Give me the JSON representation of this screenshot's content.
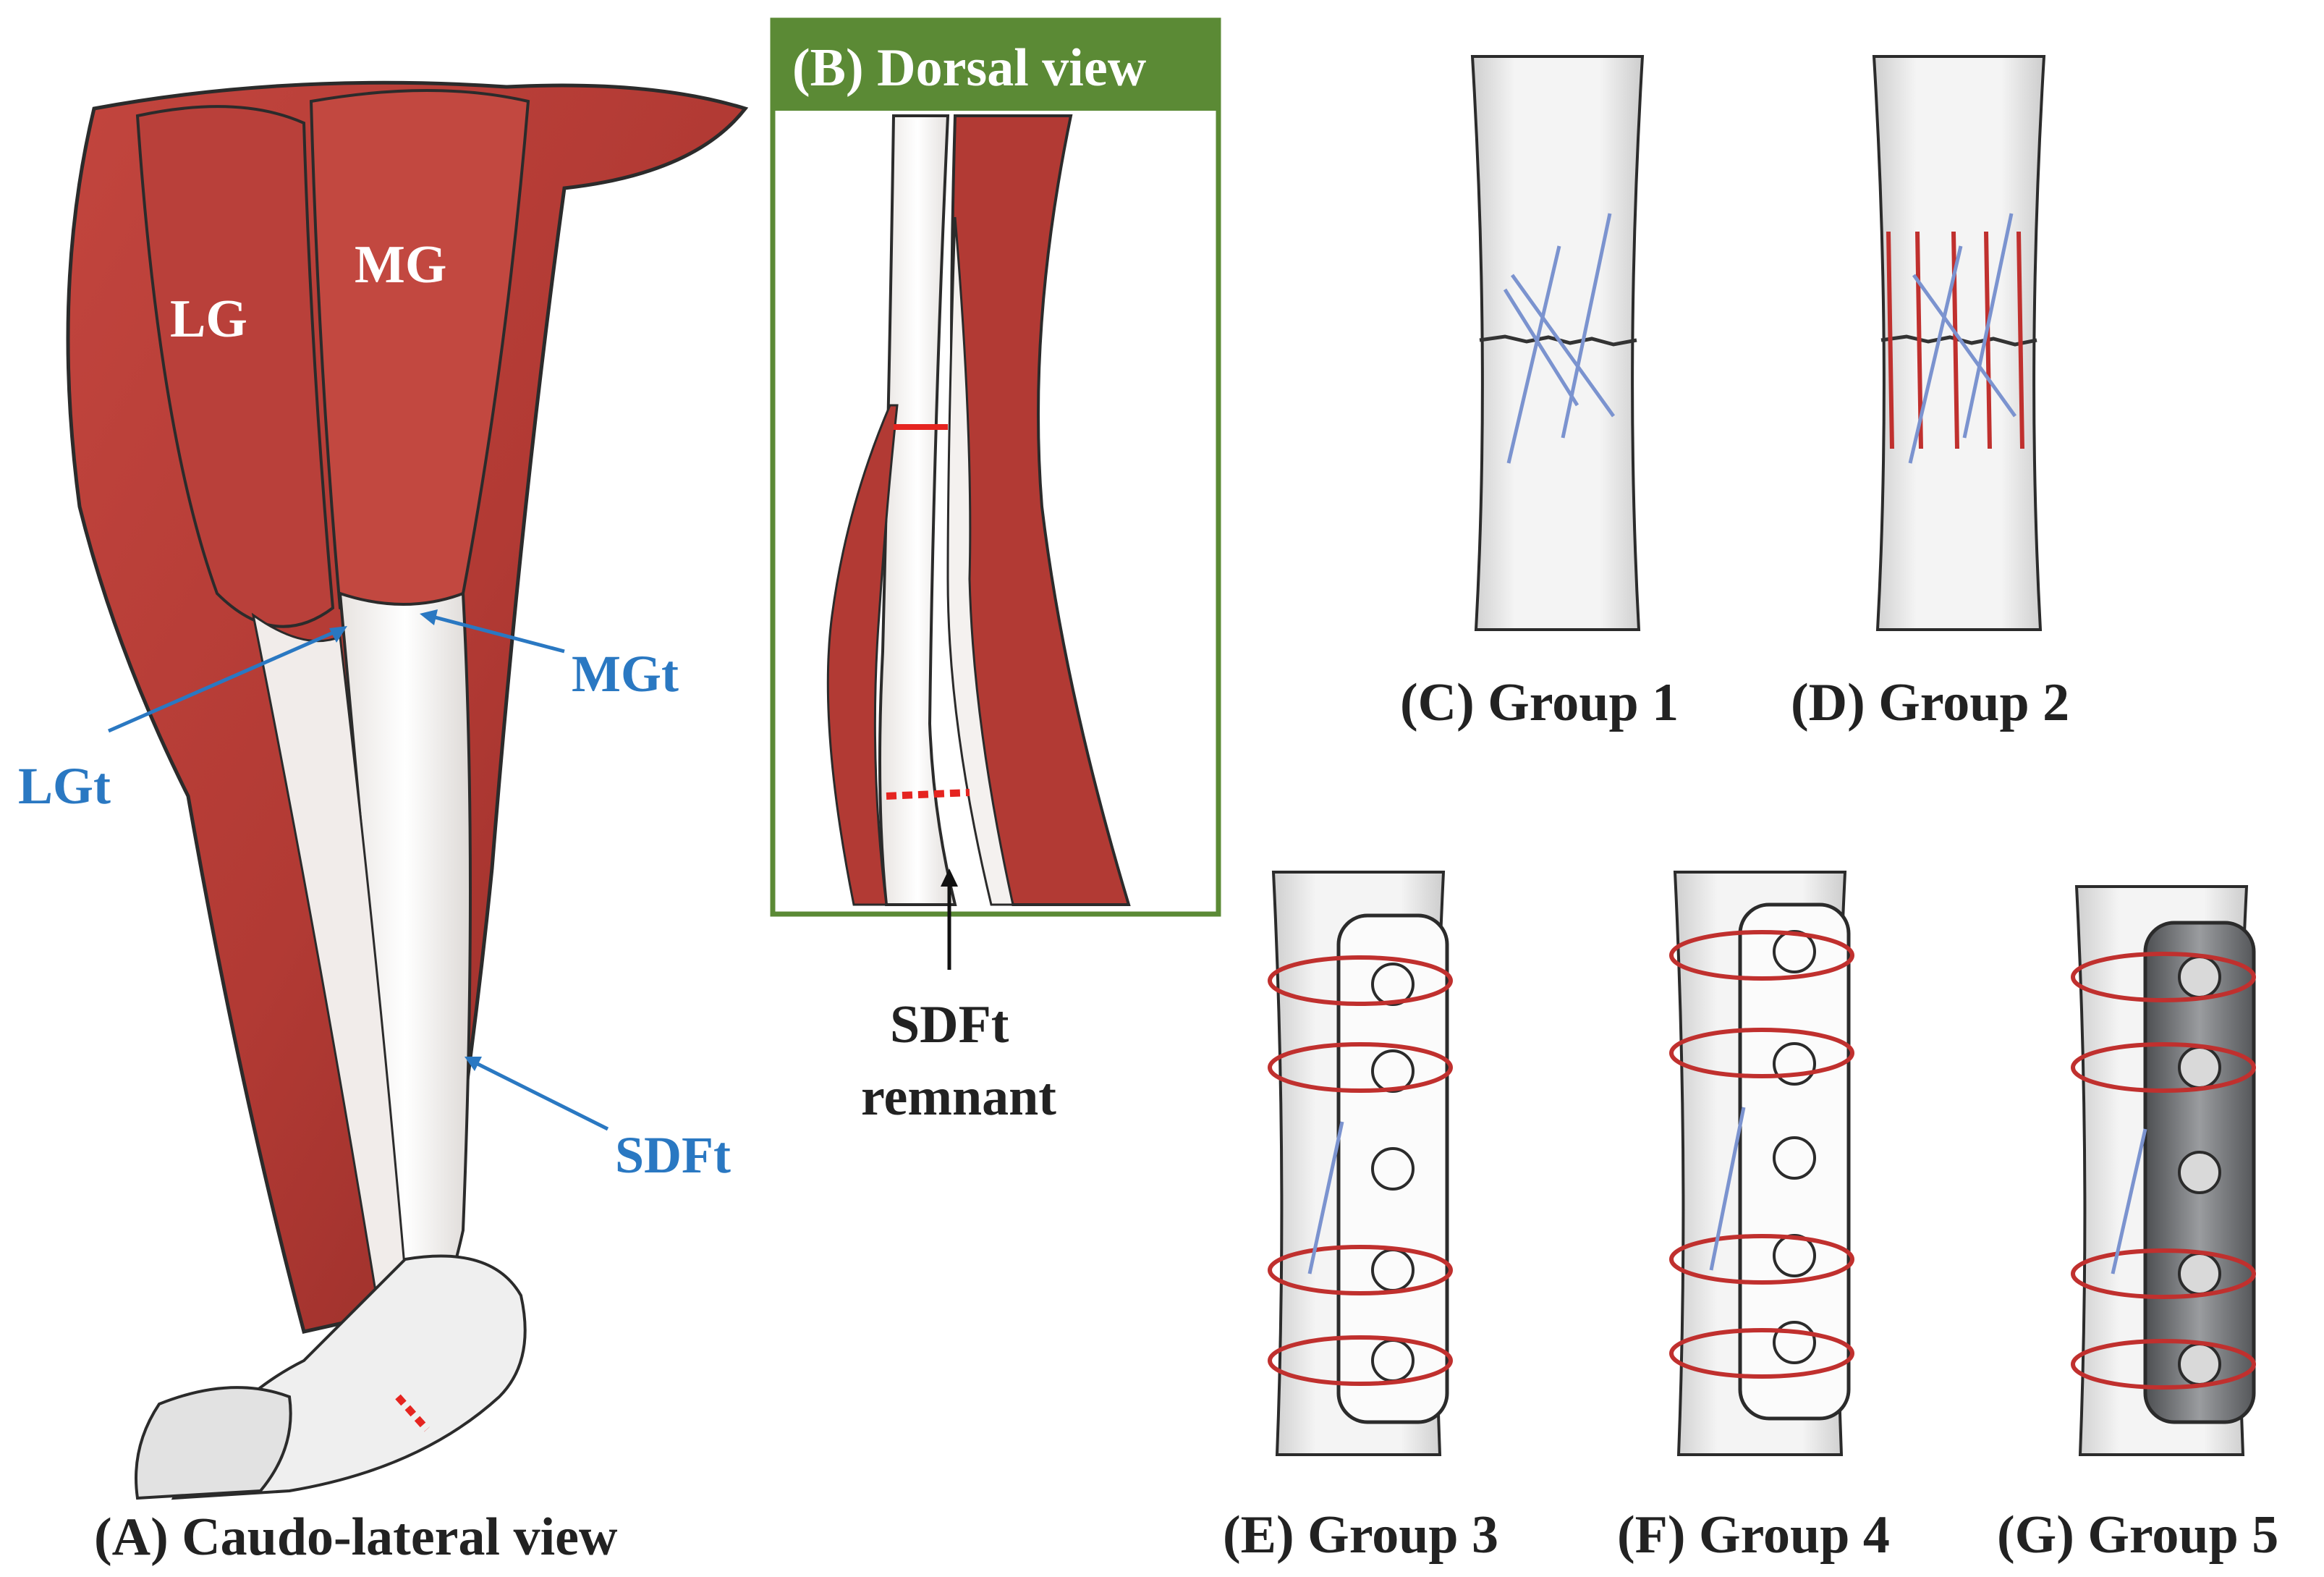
{
  "colors": {
    "muscle": "#b23a34",
    "muscle_light": "#d9766f",
    "tendon": "#f2efec",
    "outline": "#2b2b2b",
    "label_blue": "#2a78c2",
    "suture_red": "#c0302e",
    "wire_blue": "#7b93cf",
    "panel_green": "#5b8a35",
    "plate_dark": "#6d6f72"
  },
  "panel_a": {
    "caption": "(A) Caudo-lateral view",
    "labels": {
      "lg": "LG",
      "mg": "MG",
      "lgt": "LGt",
      "mgt": "MGt",
      "sdft": "SDFt"
    }
  },
  "panel_b": {
    "title": "(B) Dorsal view",
    "annotation_line1": "SDFt",
    "annotation_line2": "remnant"
  },
  "panels_groups": {
    "c": "(C) Group 1",
    "d": "(D) Group 2",
    "e": "(E) Group 3",
    "f": "(F) Group 4",
    "g": "(G) Group 5"
  },
  "icons": [
    "tendon-illustration",
    "suture-loop",
    "bone-plate-icon",
    "arrow-pointer"
  ]
}
